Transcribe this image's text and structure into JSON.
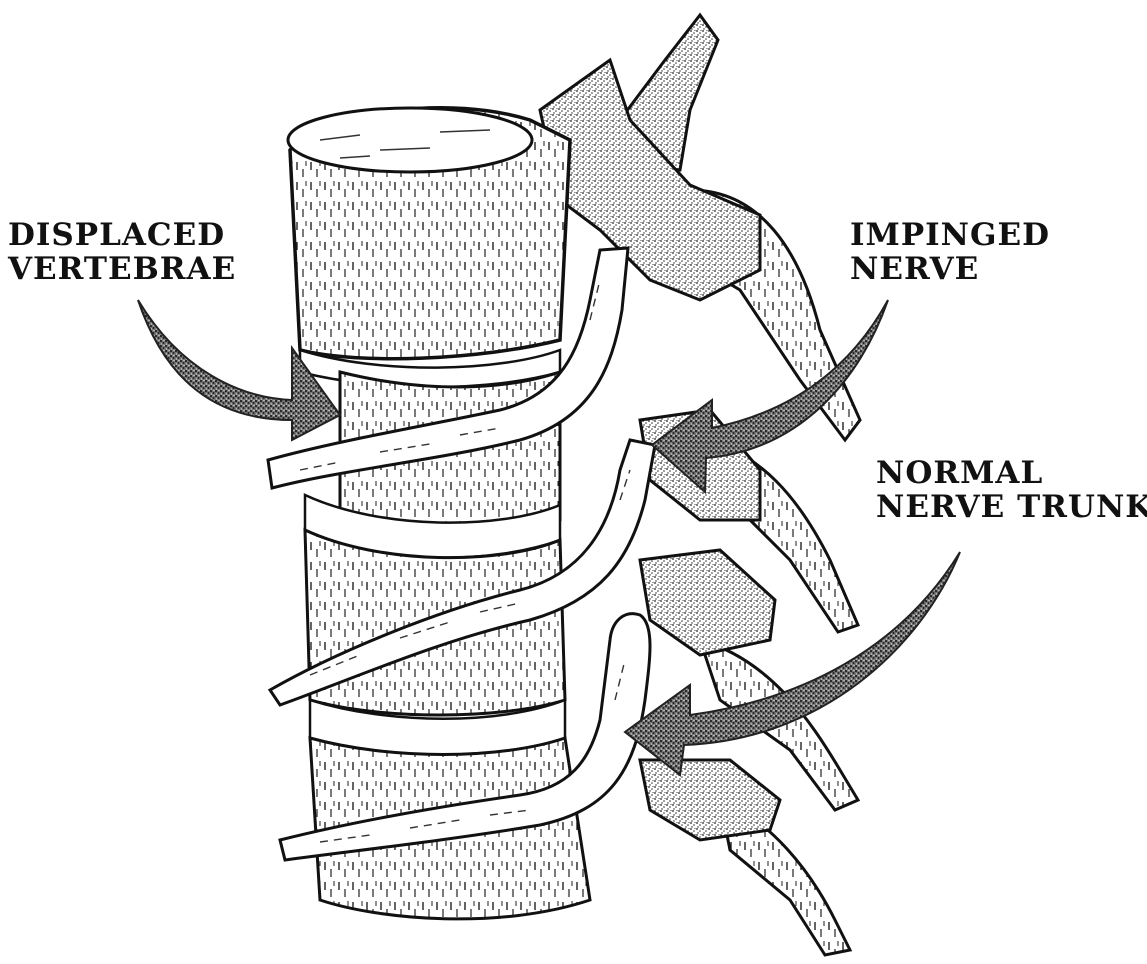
{
  "labels": {
    "displaced_vertebrae": [
      "DISPLACED",
      "VERTEBRAE"
    ],
    "impinged_nerve": [
      "IMPINGED",
      "NERVE"
    ],
    "normal_nerve_trunk": [
      "NORMAL",
      "NERVE TRUNK"
    ]
  },
  "colors": {
    "ink": "#111111",
    "paper": "#ffffff",
    "arrow_fill": "#555555"
  }
}
